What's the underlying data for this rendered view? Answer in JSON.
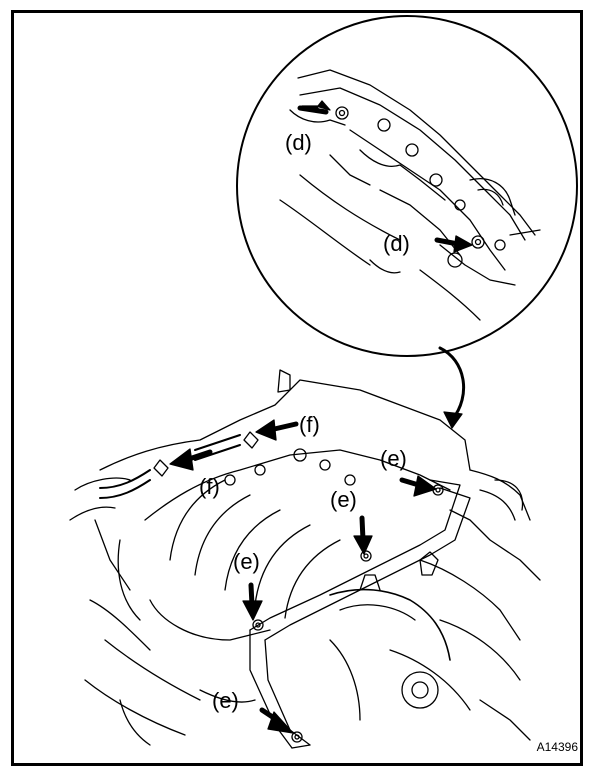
{
  "labels": {
    "d_top": "(d)",
    "d_bottom": "(d)",
    "f_upper": "(f)",
    "f_lower": "(f)",
    "e_right": "(e)",
    "e_middle": "(e)",
    "e_left": "(e)",
    "e_bottom": "(e)"
  },
  "figure_id": "A14396",
  "colors": {
    "ink": "#000000",
    "paper": "#ffffff"
  }
}
